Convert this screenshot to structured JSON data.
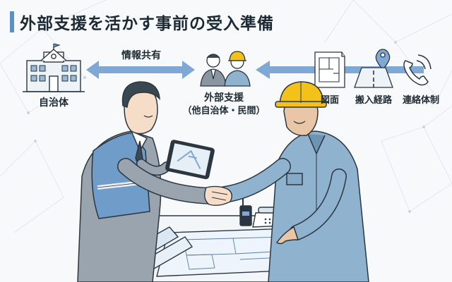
{
  "header": {
    "title": "外部支援を活かす事前の受入準備"
  },
  "left_node": {
    "label": "自治体"
  },
  "arrow": {
    "label": "情報共有"
  },
  "center_node": {
    "line1": "外部支援",
    "line2": "（他自治体・民間）"
  },
  "resources": [
    {
      "icon": "floor-plan-icon",
      "label": "図面"
    },
    {
      "icon": "route-map-icon",
      "label": "搬入経路"
    },
    {
      "icon": "phone-icon",
      "label": "連絡体制"
    }
  ],
  "colors": {
    "accent": "#5b8fc7",
    "arrow": "#7fa8d4",
    "vest": "#6f9cc9",
    "worker_suit": "#8fb2cf",
    "helmet": "#f2c21b"
  }
}
